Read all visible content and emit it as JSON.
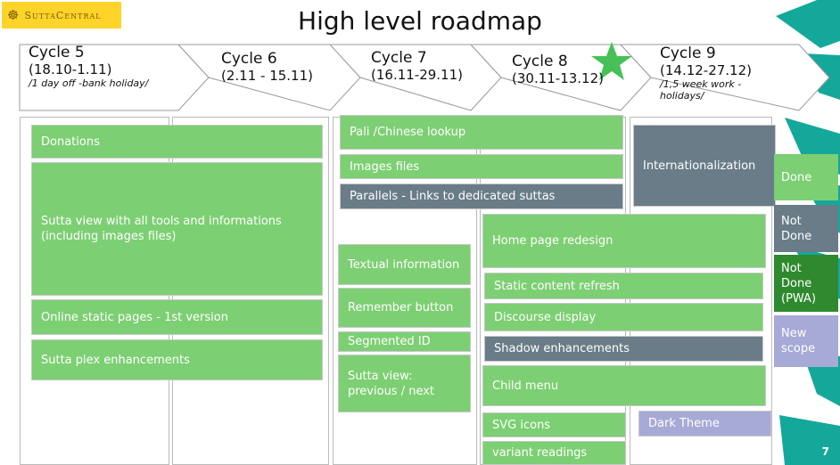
{
  "logo": {
    "text": "SuttaCentral",
    "icon": "dharma-wheel-icon"
  },
  "title": "High level roadmap",
  "cycles": [
    {
      "name": "Cycle 5",
      "dates": "(18.10-1.11)",
      "note": "/1 day off -bank holiday/"
    },
    {
      "name": "Cycle 6",
      "dates": "(2.11 - 15.11)",
      "note": ""
    },
    {
      "name": "Cycle 7",
      "dates": "(16.11-29.11)",
      "note": ""
    },
    {
      "name": "Cycle 8",
      "dates": "(30.11-13.12)",
      "note": ""
    },
    {
      "name": "Cycle 9",
      "dates": "(14.12-27.12)",
      "note": "/1,5 week work - holidays/"
    }
  ],
  "current_marker": "star-icon",
  "tasks": {
    "donations": "Donations",
    "sutta_view": "Sutta view with all tools and informations (including images files)",
    "online_static": "Online static pages - 1st version",
    "sutta_plex": "Sutta plex enhancements",
    "pali_lookup": "Pali /Chinese  lookup",
    "images_files": "Images files",
    "parallels": "Parallels - Links to dedicated suttas",
    "textual_info": "Textual information",
    "remember_button": "Remember button",
    "segmented_id": "Segmented ID",
    "sutta_prev_next": "Sutta view: previous / next",
    "home_redesign": "Home page redesign",
    "static_refresh": "Static content refresh",
    "discourse_display": "Discourse display",
    "shadow_enh": "Shadow enhancements",
    "child_menu": "Child menu",
    "svg_icons": "SVG icons",
    "variant_readings": "variant readings",
    "i18n": "Internationalization",
    "dark_theme": "Dark Theme"
  },
  "legend": [
    {
      "label": "Done",
      "color": "#7dcf73"
    },
    {
      "label": "Not Done",
      "color": "#697c88"
    },
    {
      "label": "Not Done (PWA)",
      "color": "#2f8a2f"
    },
    {
      "label": "New scope",
      "color": "#a7a9d6"
    }
  ],
  "colors": {
    "done": "#7dcf73",
    "not_done": "#697c88",
    "new_scope": "#a7a9d6",
    "teal_accent": "#14a89a",
    "logo_bg": "#ffd42a"
  },
  "page_number": "7"
}
